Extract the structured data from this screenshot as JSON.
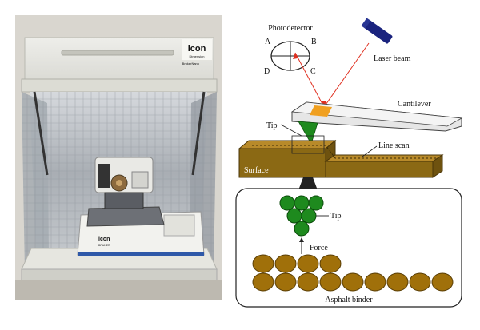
{
  "photo": {
    "brand_label": "icon",
    "brand_sub": "Dimension",
    "maker_label": "BrukerNano",
    "base_label": "icon",
    "base_sub": "BRUKER"
  },
  "diagram": {
    "photodetector": "Photodetector",
    "quadrant_a": "A",
    "quadrant_b": "B",
    "quadrant_c": "C",
    "quadrant_d": "D",
    "laser_beam": "Laser beam",
    "cantilever": "Cantilever",
    "tip_top": "Tip",
    "line_scan": "Line scan",
    "surface": "Surface",
    "tip_bottom": "Tip",
    "force": "Force",
    "asphalt_binder": "Asphalt binder"
  },
  "colors": {
    "surface_brown": "#8B6914",
    "ball_brown": "#A0700A",
    "tip_green": "#1E8A1E",
    "laser_red": "#E03020",
    "laser_body": "#1A237E",
    "cantilever_pad": "#F0A020"
  }
}
